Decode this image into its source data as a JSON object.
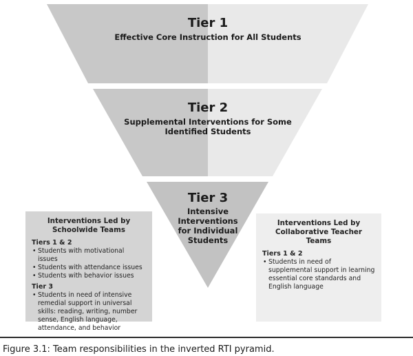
{
  "tiers": [
    {
      "title": "Tier 1",
      "subtitle": [
        "Effective Core Instruction for All Students"
      ]
    },
    {
      "title": "Tier 2",
      "subtitle": [
        "Supplemental Interventions for Some",
        "Identified Students"
      ]
    },
    {
      "title": "Tier 3",
      "subtitle": [
        "Intensive",
        "Interventions",
        "for Individual",
        "Students"
      ]
    }
  ],
  "left_box": {
    "heading": [
      "Interventions Led by",
      "Schoolwide Teams"
    ],
    "groups": [
      {
        "label": "Tiers 1 & 2",
        "items": [
          "Students with motivational issues",
          "Students with attendance issues",
          "Students with behavior issues"
        ]
      },
      {
        "label": "Tier 3",
        "items": [
          "Students in need of intensive remedial support in universal skills: reading, writing, number sense, English language, attendance, and behavior"
        ]
      }
    ]
  },
  "right_box": {
    "heading": [
      "Interventions Led by",
      "Collaborative Teacher Teams"
    ],
    "groups": [
      {
        "label": "Tiers 1 & 2",
        "items": [
          "Students in need of supplemental support in learning essential core standards and English language"
        ]
      }
    ]
  },
  "caption": "Figure 3.1: Team responsibilities in the inverted RTI pyramid.",
  "colors": {
    "dark_gray": "#c8c8c8",
    "light_gray": "#e9e9e9",
    "tier3_gray": "#c2c2c2",
    "left_box": "#d4d4d4",
    "right_box": "#eeeeee"
  }
}
